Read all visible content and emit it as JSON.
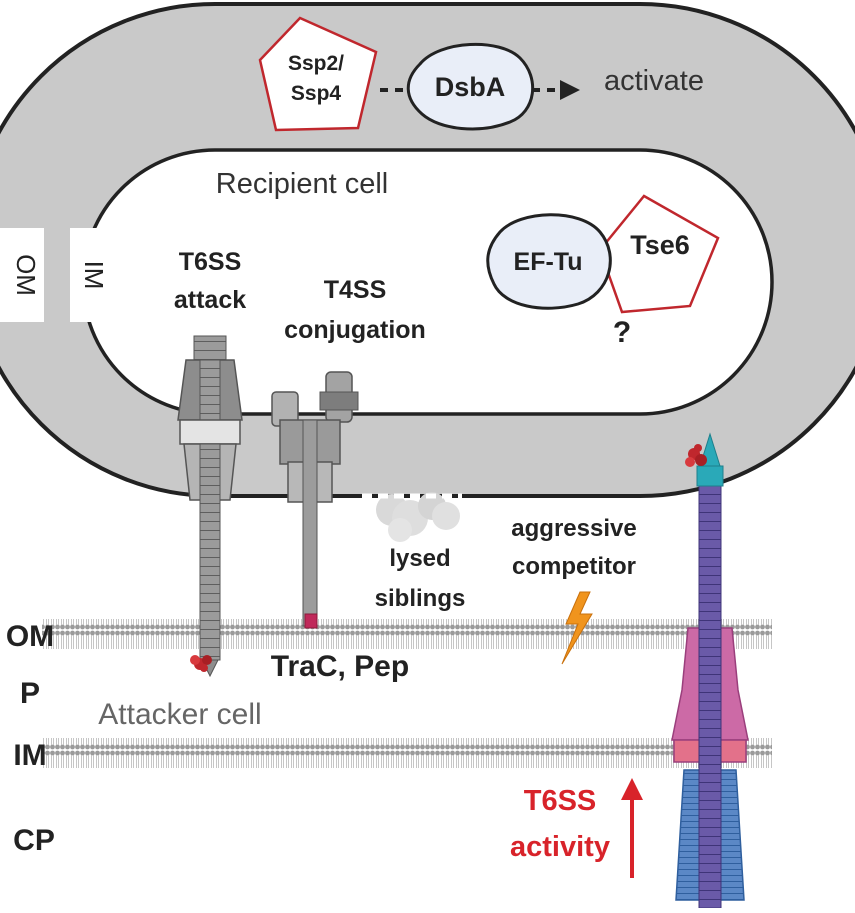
{
  "labels": {
    "ssp_line1": "Ssp2/",
    "ssp_line2": "Ssp4",
    "dsba": "DsbA",
    "activate": "activate",
    "recipient_cell": "Recipient cell",
    "om_side": "OM",
    "im_side": "IM",
    "t6ss_attack_line1": "T6SS",
    "t6ss_attack_line2": "attack",
    "t4ss_line1": "T4SS",
    "t4ss_line2": "conjugation",
    "eftu": "EF-Tu",
    "tse6": "Tse6",
    "question": "?",
    "lysed_line1": "lysed",
    "lysed_line2": "siblings",
    "aggressive_line1": "aggressive",
    "aggressive_line2": "competitor",
    "trac_pep": "TraC, Pep",
    "attacker_cell": "Attacker cell",
    "left_om": "OM",
    "left_p": "P",
    "left_im": "IM",
    "left_cp": "CP",
    "t6ss_activity_line1": "T6SS",
    "t6ss_activity_line2": "activity"
  },
  "colors": {
    "cell_gray": "#c9c9c9",
    "outline": "#222222",
    "protein_fill": "#e9eef8",
    "effector_red": "#c0272d",
    "activity_red": "#d8232a",
    "lightning_orange": "#f0941d",
    "t6ss_purple": "#6a5aa8",
    "t6ss_pink": "#cc6aa6",
    "t6ss_blue": "#5b88c6",
    "t6ss_teal": "#2aa9b8"
  }
}
